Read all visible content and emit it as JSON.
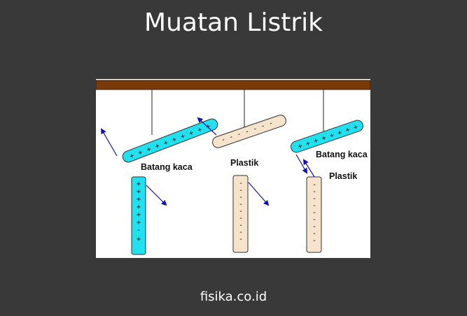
{
  "title": "Muatan Listrik",
  "footer": "fisika.co.id",
  "labels": {
    "glass_rod_1": "Batang kaca",
    "plastic_1": "Plastik",
    "glass_rod_2": "Batang kaca",
    "plastic_2": "Plastik"
  },
  "signs": {
    "positive": "+",
    "negative": "-"
  },
  "colors": {
    "background": "#3a3939",
    "beam": "#7a3a0a",
    "glass": "#22e0ee",
    "plastic": "#f5e3cc",
    "arrow": "#1010c0"
  }
}
